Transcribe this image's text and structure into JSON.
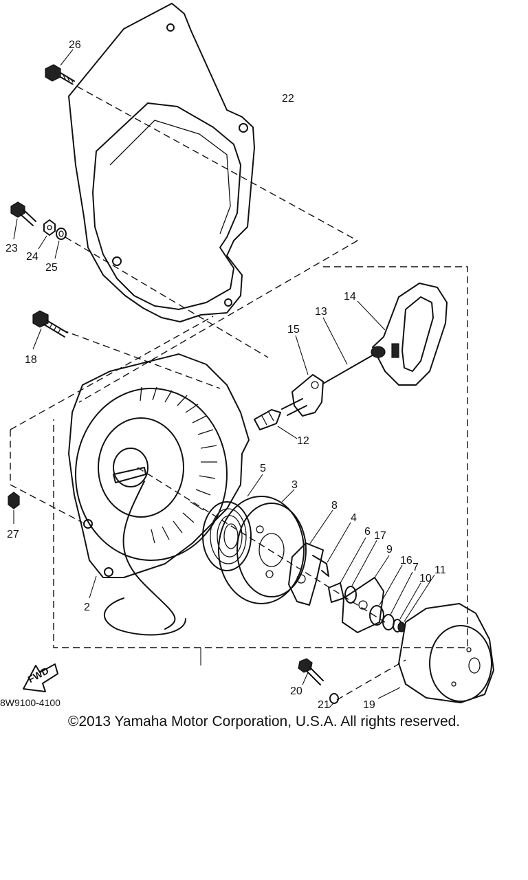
{
  "diagram_code": "8W9100-4100",
  "fwd_label": "FWD",
  "copyright": "©2013 Yamaha Motor Corporation, U.S.A. All rights reserved.",
  "callouts": {
    "c26": "26",
    "c22": "22",
    "c23": "23",
    "c24": "24",
    "c25": "25",
    "c18": "18",
    "c14": "14",
    "c13": "13",
    "c15": "15",
    "c12": "12",
    "c27": "27",
    "c5": "5",
    "c3": "3",
    "c8": "8",
    "c4": "4",
    "c6": "6",
    "c17": "17",
    "c9": "9",
    "c16": "16",
    "c7": "7",
    "c10": "10",
    "c11": "11",
    "c2": "2",
    "c20": "20",
    "c21": "21",
    "c19": "19"
  }
}
